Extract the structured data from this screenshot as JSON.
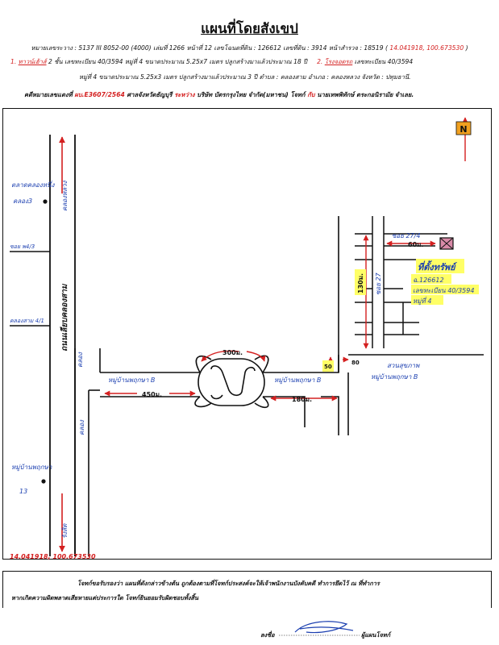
{
  "header": {
    "title": "แผนที่โดยสังเขป",
    "line1": "หมายเลขระวาง : 5137 III 8052-00 (4000) เล่มที่ 1266 หน้าที่ 12 เลขโฉนดที่ดิน : 126612 เลขที่ดิน : 3914 หน้าสำรวจ : 18519 (",
    "line1_coords": "14.041918, 100.673530",
    "line1_end": ")",
    "item1_no": "1.",
    "item1_name": "ทาวน์เฮ้าส์",
    "item1_text": "2 ชั้น เลขทะเบียน 40/3594 หมู่ที่ 4 ขนาดประมาณ 5.25x7 เมตร ปลูกสร้างมาแล้วประมาณ 18 ปี",
    "item2_no": "2.",
    "item2_name": "โรงจอดรถ",
    "item2_text": "เลขทะเบียน 40/3594",
    "line3": "หมู่ที่ 4 ขนาดประมาณ 5.25x3 เมตร ปลูกสร้างมาแล้วประมาณ 3 ปี ตำบล : คลองสาม อำเภอ : คลองหลวง จังหวัด : ปทุมธานี.",
    "line4_a": "คดีหมายเลขแดงที่",
    "line4_case": "ผบ.E3607/2564",
    "line4_b": "ศาลจังหวัดธัญบุรี",
    "line4_between": "ระหว่าง",
    "line4_c": "บริษัท บัตรกรุงไทย จำกัด(มหาชน) โจทก์",
    "line4_with": "กับ",
    "line4_d": "นายเทพพิทักษ์ ตระกอนิรามัย จำเลย."
  },
  "map": {
    "north": "N",
    "main_road_label": "ถนนเลียบคลองสาม",
    "to_top_label": "คลองหลวง",
    "to_bottom_label": "รังสิต",
    "canal_label_top": "คลอง",
    "canal_label_bottom": "คลอง",
    "market_label": "ตลาดคลองหนึ่ง",
    "market_sub": "คลอง3",
    "soi_label_1": "ซอย พ4/3",
    "soi_label_2": "คลองสาม 4/1",
    "village_left": "หมู่บ้านพฤกษา",
    "village_left_sub": "13",
    "village_road_1": "หมู่บ้านพฤกษา B",
    "village_road_2": "หมู่บ้านพฤกษา B",
    "village_bottom": "หมู่บ้านพฤกษา B",
    "garden_label": "สวนสุขภาพ",
    "soi_top": "ซอย 27/4",
    "soi_vertical": "ซอย 27",
    "dist_450": "450ม.",
    "dist_300": "300ม.",
    "dist_180": "180ม.",
    "dist_50": "50",
    "dist_80": "80",
    "dist_130": "130ม.",
    "dist_60": "60ม.",
    "site_title": "ที่ตั้งทรัพย์",
    "site_deed": "ฉ.126612",
    "site_reg": "เลขทะเบียน 40/3594",
    "site_moo": "หมู่ที่ 4",
    "bottom_coords": "14.041918, 100.673530"
  },
  "footer": {
    "line1": "โจทก์ขอรับรองว่า แผนที่ดังกล่าวข้างต้น ถูกต้องตามที่โจทก์ประสงค์จะให้เจ้าพนักงานบังคับคดี ทำการยึดไว้ ณ ที่ทำการ",
    "line2": "หากเกิดความผิดพลาดเสียหายแต่ประการใด โจทก์ยินยอมรับผิดชอบทั้งสิ้น",
    "sign_prefix": "ลงชื่อ",
    "sign_suffix": "ผู้แผนโจทก์"
  },
  "colors": {
    "red": "#d42020",
    "blue": "#1b3fb0",
    "highlight": "#ffff66",
    "orange": "#f0a020",
    "site_fill": "#d98aa8"
  }
}
